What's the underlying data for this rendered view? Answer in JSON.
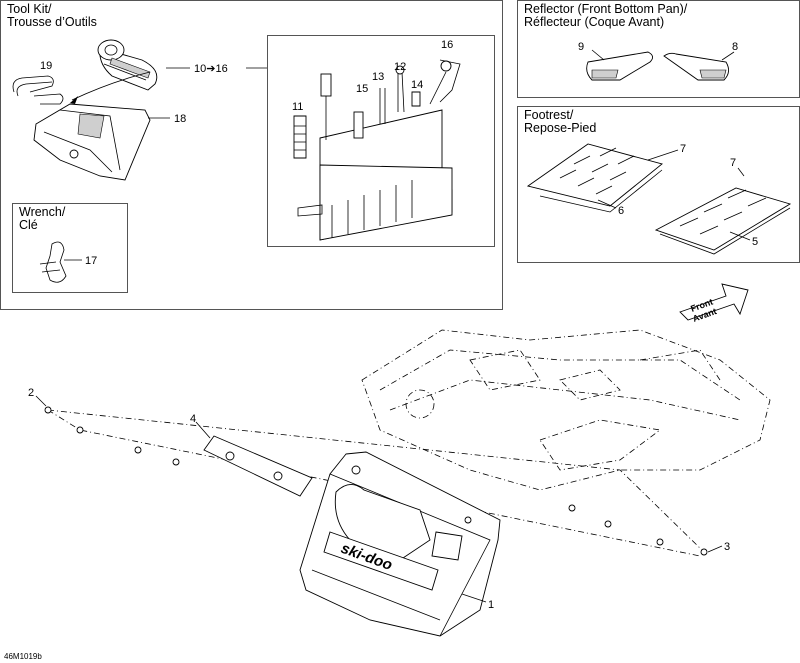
{
  "panels": {
    "tool_kit": {
      "title": "Tool Kit/\nTrousse d’Outils"
    },
    "wrench": {
      "title": "Wrench/\nClé"
    },
    "reflector": {
      "title": "Reflector (Front Bottom Pan)/\nRéflecteur (Coque Avant)"
    },
    "footrest": {
      "title": "Footrest/\nRepose-Pied"
    }
  },
  "direction_arrow": {
    "line1": "Front",
    "line2": "Avant"
  },
  "callouts": {
    "c1": "1",
    "c2": "2",
    "c3": "3",
    "c4": "4",
    "c5": "5",
    "c6": "6",
    "c7a": "7",
    "c7b": "7",
    "c8": "8",
    "c9": "9",
    "c10_16": "10➔16",
    "c11": "11",
    "c12": "12",
    "c13": "13",
    "c14": "14",
    "c15": "15",
    "c16": "16",
    "c17": "17",
    "c18": "18",
    "c19": "19"
  },
  "brand_text": "ski-doo",
  "drawing_code": "46M1019b"
}
